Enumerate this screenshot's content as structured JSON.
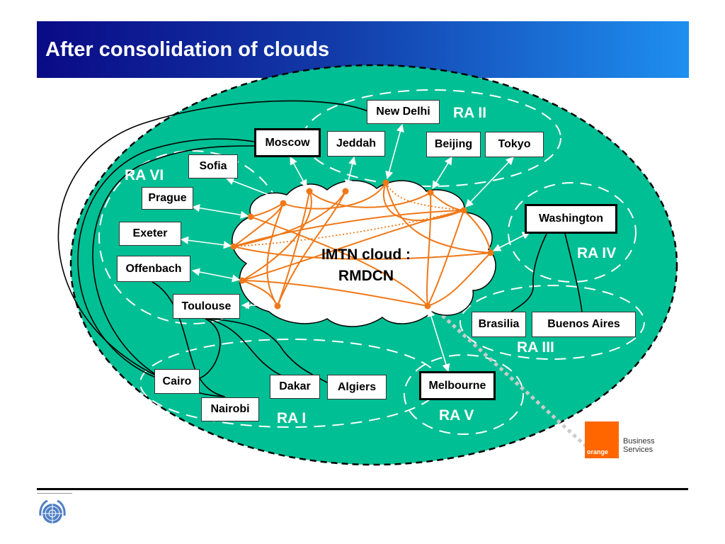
{
  "title": "After consolidation of clouds",
  "cloud": {
    "line1": "IMTN cloud :",
    "line2": "RMDCN"
  },
  "regions": {
    "ra1": "RA I",
    "ra2": "RA II",
    "ra3": "RA III",
    "ra4": "RA IV",
    "ra5": "RA V",
    "ra6": "RA VI"
  },
  "nodes": {
    "new_delhi": "New Delhi",
    "moscow": "Moscow",
    "jeddah": "Jeddah",
    "beijing": "Beijing",
    "tokyo": "Tokyo",
    "sofia": "Sofia",
    "prague": "Prague",
    "exeter": "Exeter",
    "offenbach": "Offenbach",
    "toulouse": "Toulouse",
    "washington": "Washington",
    "brasilia": "Brasilia",
    "buenos_aires": "Buenos Aires",
    "melbourne": "Melbourne",
    "cairo": "Cairo",
    "nairobi": "Nairobi",
    "dakar": "Dakar",
    "algiers": "Algiers"
  },
  "brand": {
    "box_text": "orange",
    "line1": "Business",
    "line2": "Services"
  },
  "colors": {
    "field": "#00bf94",
    "link": "#f07818",
    "title_start": "#0a0a85",
    "title_end": "#1e8ff0",
    "brand": "#ff6600"
  }
}
